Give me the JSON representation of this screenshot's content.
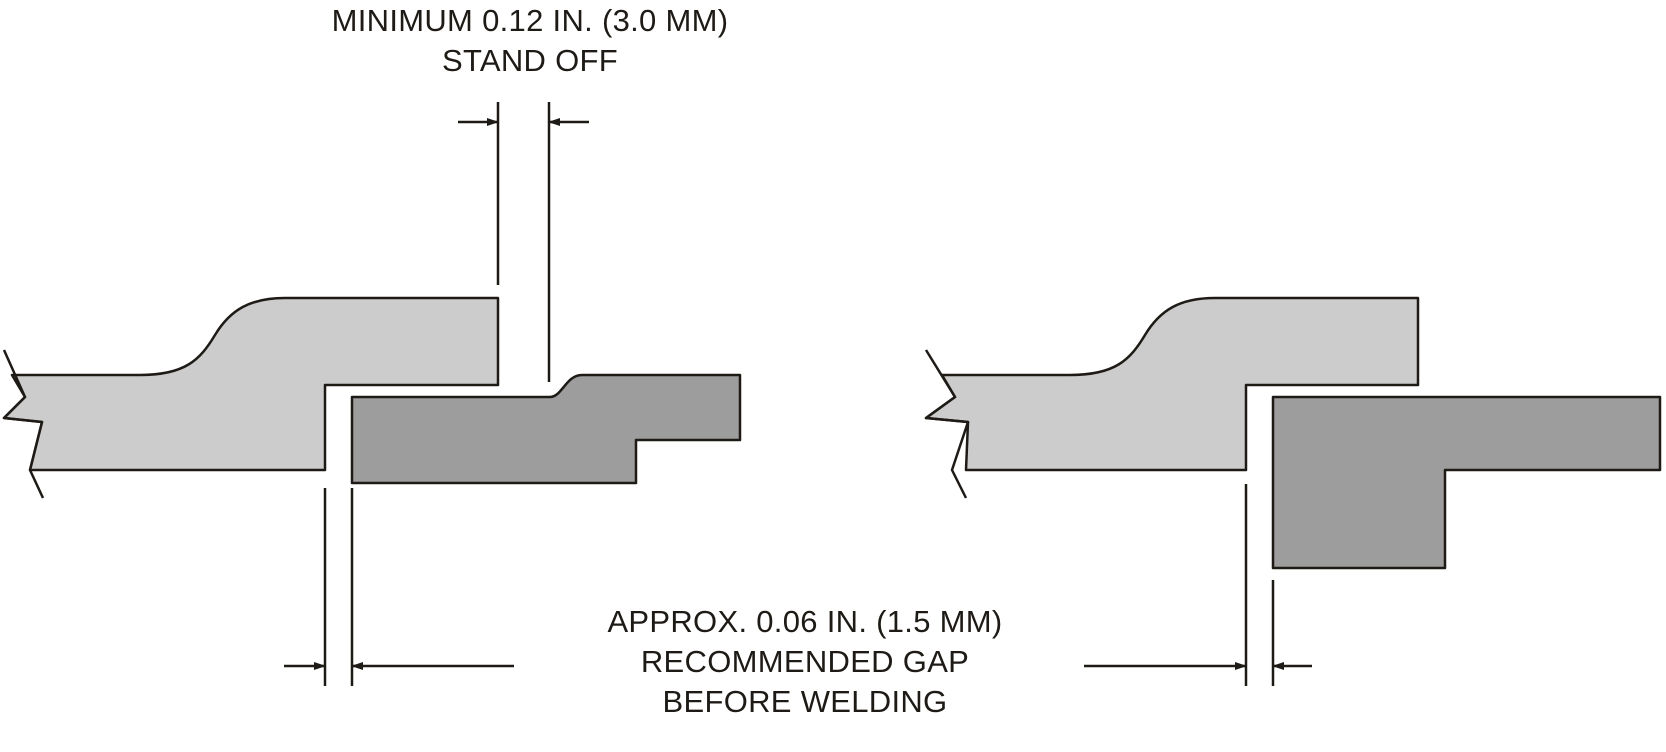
{
  "standoff_callout": {
    "line1": "MINIMUM 0.12 IN. (3.0 MM)",
    "line2": "STAND OFF"
  },
  "gap_callout": {
    "line1": "APPROX. 0.06 IN. (1.5 MM)",
    "line2": "RECOMMENDED GAP",
    "line3": "BEFORE WELDING"
  },
  "colors": {
    "light_panel": "#cccccc",
    "dark_panel": "#9d9d9d",
    "line": "#1e1b17",
    "background": "#ffffff"
  }
}
